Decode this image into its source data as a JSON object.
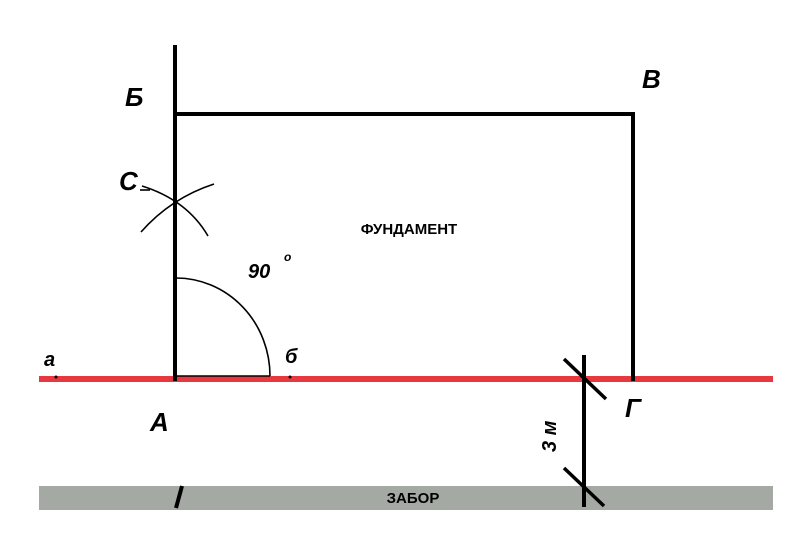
{
  "labels": {
    "point_b_cap": "Б",
    "point_v": "В",
    "point_c": "С",
    "point_a_cap": "А",
    "point_g": "Г",
    "point_a_small": "а",
    "point_b_small": "б",
    "angle": "90",
    "degree": "о",
    "foundation": "ФУНДАМЕНТ",
    "fence": "ЗАБОР",
    "distance": "3 м"
  },
  "colors": {
    "base_line": "#e8383f",
    "fence": "#a4aaa3",
    "lines": "#000000"
  }
}
